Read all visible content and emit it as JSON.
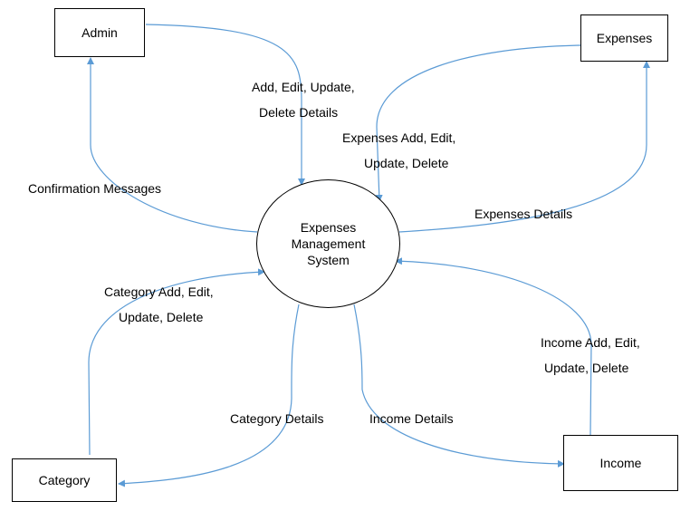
{
  "process": {
    "lines": [
      "Expenses",
      "Management",
      "System"
    ]
  },
  "entities": {
    "admin": "Admin",
    "expenses": "Expenses",
    "category": "Category",
    "income": "Income"
  },
  "flows": {
    "admin_to_system": [
      "Add, Edit, Update,",
      "Delete Details"
    ],
    "system_to_admin": [
      "Confirmation Messages"
    ],
    "expenses_to_system": [
      "Expenses Add, Edit,",
      "Update, Delete"
    ],
    "system_to_expenses": [
      "Expenses Details"
    ],
    "category_to_system": [
      "Category Add, Edit,",
      "Update, Delete"
    ],
    "system_to_category": [
      "Category Details"
    ],
    "system_to_income": [
      "Income Details"
    ],
    "income_to_system": [
      "Income Add, Edit,",
      "Update, Delete"
    ]
  },
  "colors": {
    "flow_line": "#5b9bd5",
    "border": "#000000"
  }
}
